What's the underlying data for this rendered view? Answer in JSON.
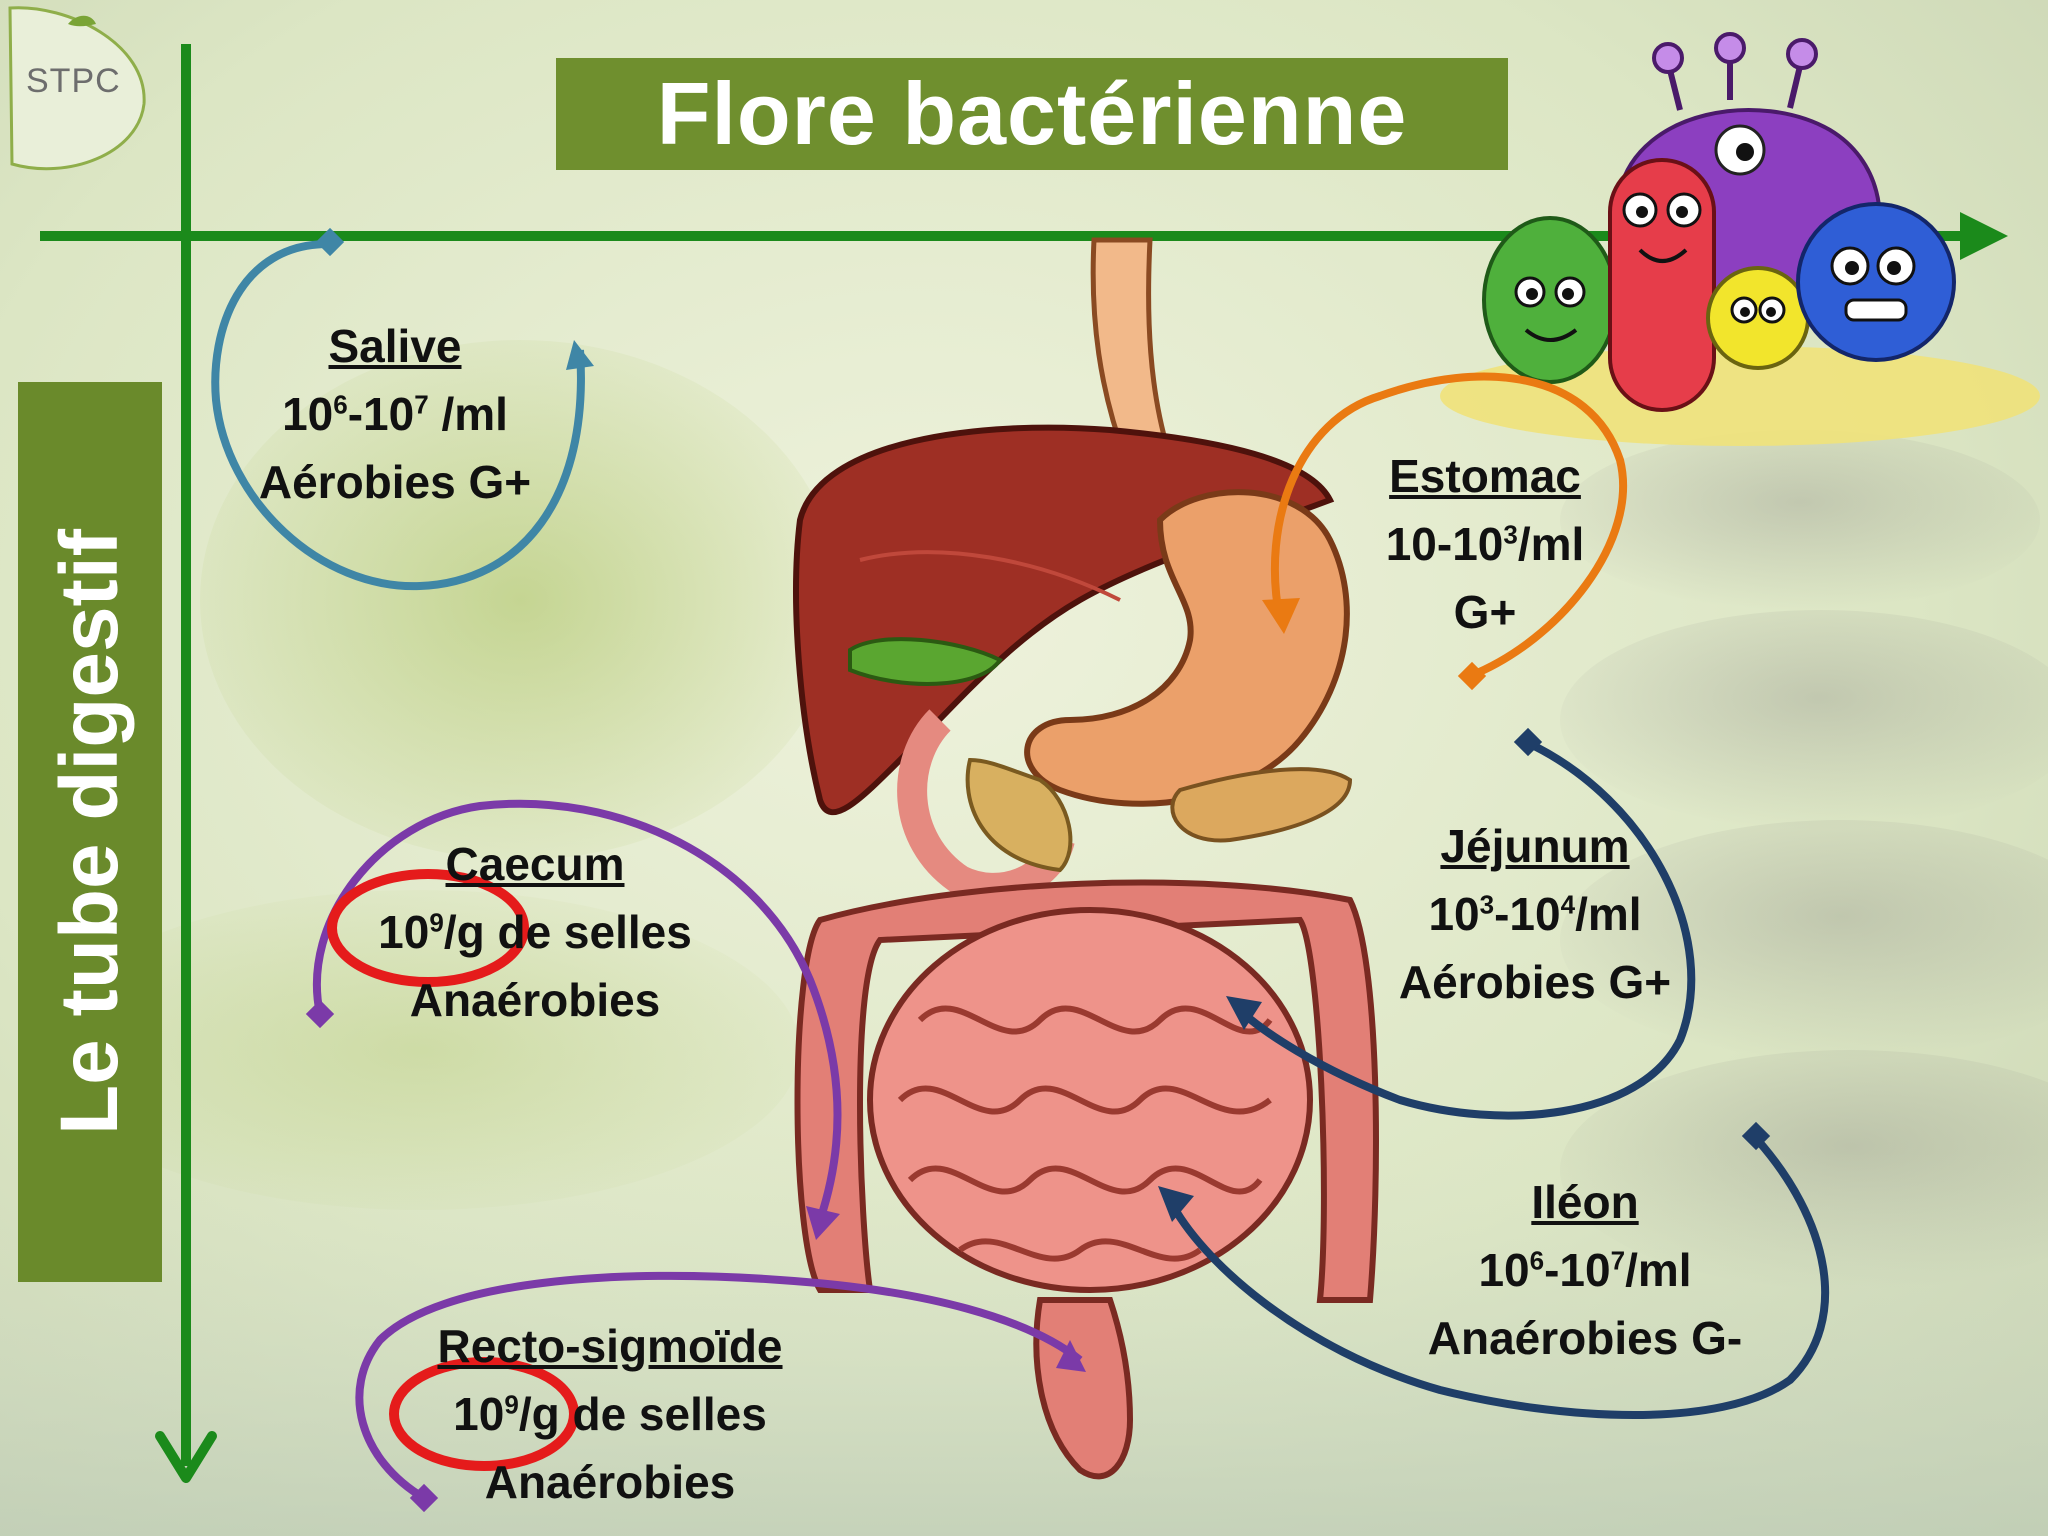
{
  "logo": {
    "text": "STPC"
  },
  "title": "Flore bactérienne",
  "side_label": "Le tube digestif",
  "regions": {
    "salive": {
      "title": "Salive",
      "line1": {
        "a": "10",
        "b": "6",
        "c": "-10",
        "d": "7",
        "e": " /ml"
      },
      "line2": "Aérobies G+"
    },
    "estomac": {
      "title": "Estomac",
      "line1": {
        "a": "10-10",
        "b": "3",
        "c": "/ml"
      },
      "line2": "G+"
    },
    "jejunum": {
      "title": "Jéjunum",
      "line1": {
        "a": "10",
        "b": "3",
        "c": "-10",
        "d": "4",
        "e": "/ml"
      },
      "line2": "Aérobies G+"
    },
    "ileon": {
      "title": "Iléon",
      "line1": {
        "a": "10",
        "b": "6",
        "c": "-10",
        "d": "7",
        "e": "/ml"
      },
      "line2": "Anaérobies G-"
    },
    "caecum": {
      "title": "Caecum",
      "line1": {
        "a": "10",
        "b": "9",
        "c": "/g de selles"
      },
      "line2": "Anaérobies"
    },
    "recto": {
      "title": "Recto-sigmoïde",
      "line1": {
        "a": "10",
        "b": "9",
        "c": "/g de selles"
      },
      "line2": "Anaérobies"
    }
  },
  "colors": {
    "background": "#dfe8c9",
    "title_box": "#6f8f2e",
    "side_box": "#6a8a2b",
    "axis_green": "#1b8a1b",
    "salive_arrow": "#3f86a6",
    "estomac_arrow": "#ea7a12",
    "small_intestine_arrows": "#1f3e68",
    "colon_arrows": "#7b3aa8",
    "highlight_circle": "#e51b1b"
  },
  "icons": [
    "digestive-system-illustration",
    "bacteria-cartoon-group",
    "leaf-background"
  ]
}
